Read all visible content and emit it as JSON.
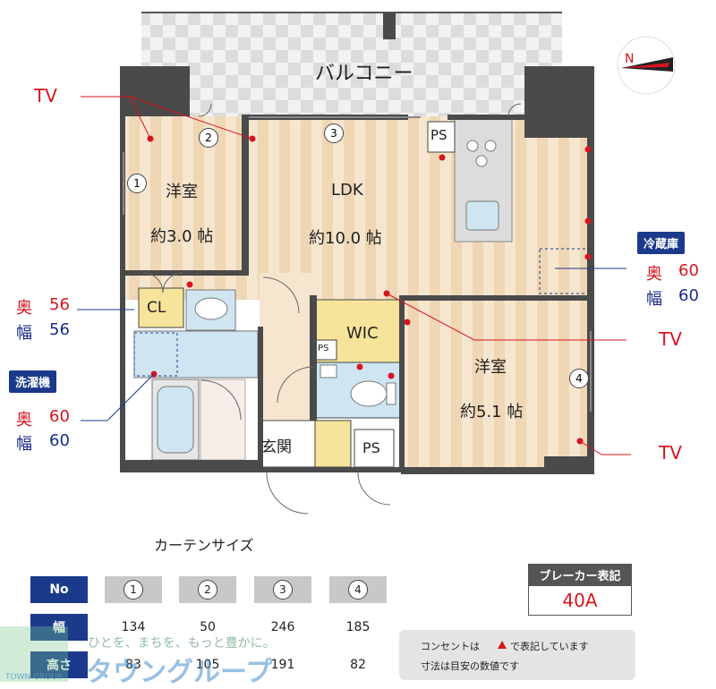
{
  "balcony": "バルコニー",
  "rooms": {
    "western1_name": "洋室",
    "western1_size": "約3.0 帖",
    "ldk_name": "LDK",
    "ldk_size": "約10.0 帖",
    "western2_name": "洋室",
    "western2_size": "約5.1 帖",
    "cl": "CL",
    "wic": "WIC",
    "genkan": "玄関",
    "ps": "PS"
  },
  "tv_label": "TV",
  "refrigerator": {
    "title": "冷蔵庫",
    "depth_label": "奥",
    "depth": "60",
    "width_label": "幅",
    "width": "60"
  },
  "closet": {
    "depth_label": "奥",
    "depth": "56",
    "width_label": "幅",
    "width": "56"
  },
  "washer": {
    "title": "洗濯機",
    "depth_label": "奥",
    "depth": "60",
    "width_label": "幅",
    "width": "60"
  },
  "window_markers": [
    "1",
    "2",
    "3",
    "4"
  ],
  "curtain": {
    "title": "カーテンサイズ",
    "headers": [
      "No",
      "1",
      "2",
      "3",
      "4"
    ],
    "rows": [
      {
        "label": "幅",
        "values": [
          "134",
          "50",
          "246",
          "185"
        ]
      },
      {
        "label": "高さ",
        "values": [
          "83",
          "105",
          "191",
          "82"
        ]
      }
    ]
  },
  "breaker": {
    "title": "ブレーカー表記",
    "value": "40A"
  },
  "notes": {
    "line1_a": "コンセントは",
    "line1_b": "で表記しています",
    "line2": "寸法は目安の数値です"
  },
  "watermark": {
    "slogan": "ひとを、まちを、もっと豊かに。",
    "name": "タウングループ",
    "small": "TOWN GROUP"
  },
  "colors": {
    "wall": "#4a4a4a",
    "floor": "#f3dfc2",
    "accent_red": "#d7141e",
    "navy": "#1b3a8c",
    "wic": "#f6e49a",
    "wet": "#cfe6f2"
  }
}
